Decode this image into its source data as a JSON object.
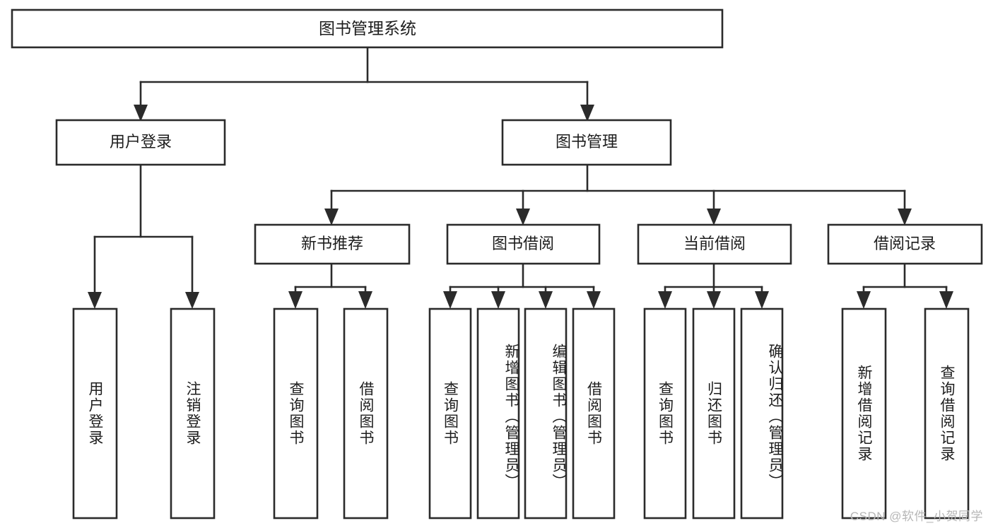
{
  "diagram": {
    "type": "tree-hierarchy",
    "title": "图书管理系统",
    "watermark": "CSDN @软件_小贺同学",
    "colors": {
      "stroke": "#2b2b2b",
      "fill": "#ffffff",
      "text": "#1d1d1d",
      "watermark": "#b6b6b6",
      "background": "#ffffff"
    },
    "levels": {
      "root": {
        "label": "图书管理系统"
      },
      "level2": [
        {
          "label": "用户登录"
        },
        {
          "label": "图书管理"
        }
      ],
      "level3": [
        {
          "label": "新书推荐"
        },
        {
          "label": "图书借阅"
        },
        {
          "label": "当前借阅"
        },
        {
          "label": "借阅记录"
        }
      ],
      "leaves": {
        "user_login": [
          {
            "label": "用户登录"
          },
          {
            "label": "注销登录"
          }
        ],
        "new_book_recommend": [
          {
            "label": "查询图书"
          },
          {
            "label": "借阅图书"
          }
        ],
        "book_borrow": [
          {
            "label": "查询图书"
          },
          {
            "label": "新增图书（管理员）"
          },
          {
            "label": "编辑图书（管理员）"
          },
          {
            "label": "借阅图书"
          }
        ],
        "current_borrow": [
          {
            "label": "查询图书"
          },
          {
            "label": "归还图书"
          },
          {
            "label": "确认归还（管理员）"
          }
        ],
        "borrow_record": [
          {
            "label": "新增借阅记录"
          },
          {
            "label": "查询借阅记录"
          }
        ]
      }
    }
  }
}
